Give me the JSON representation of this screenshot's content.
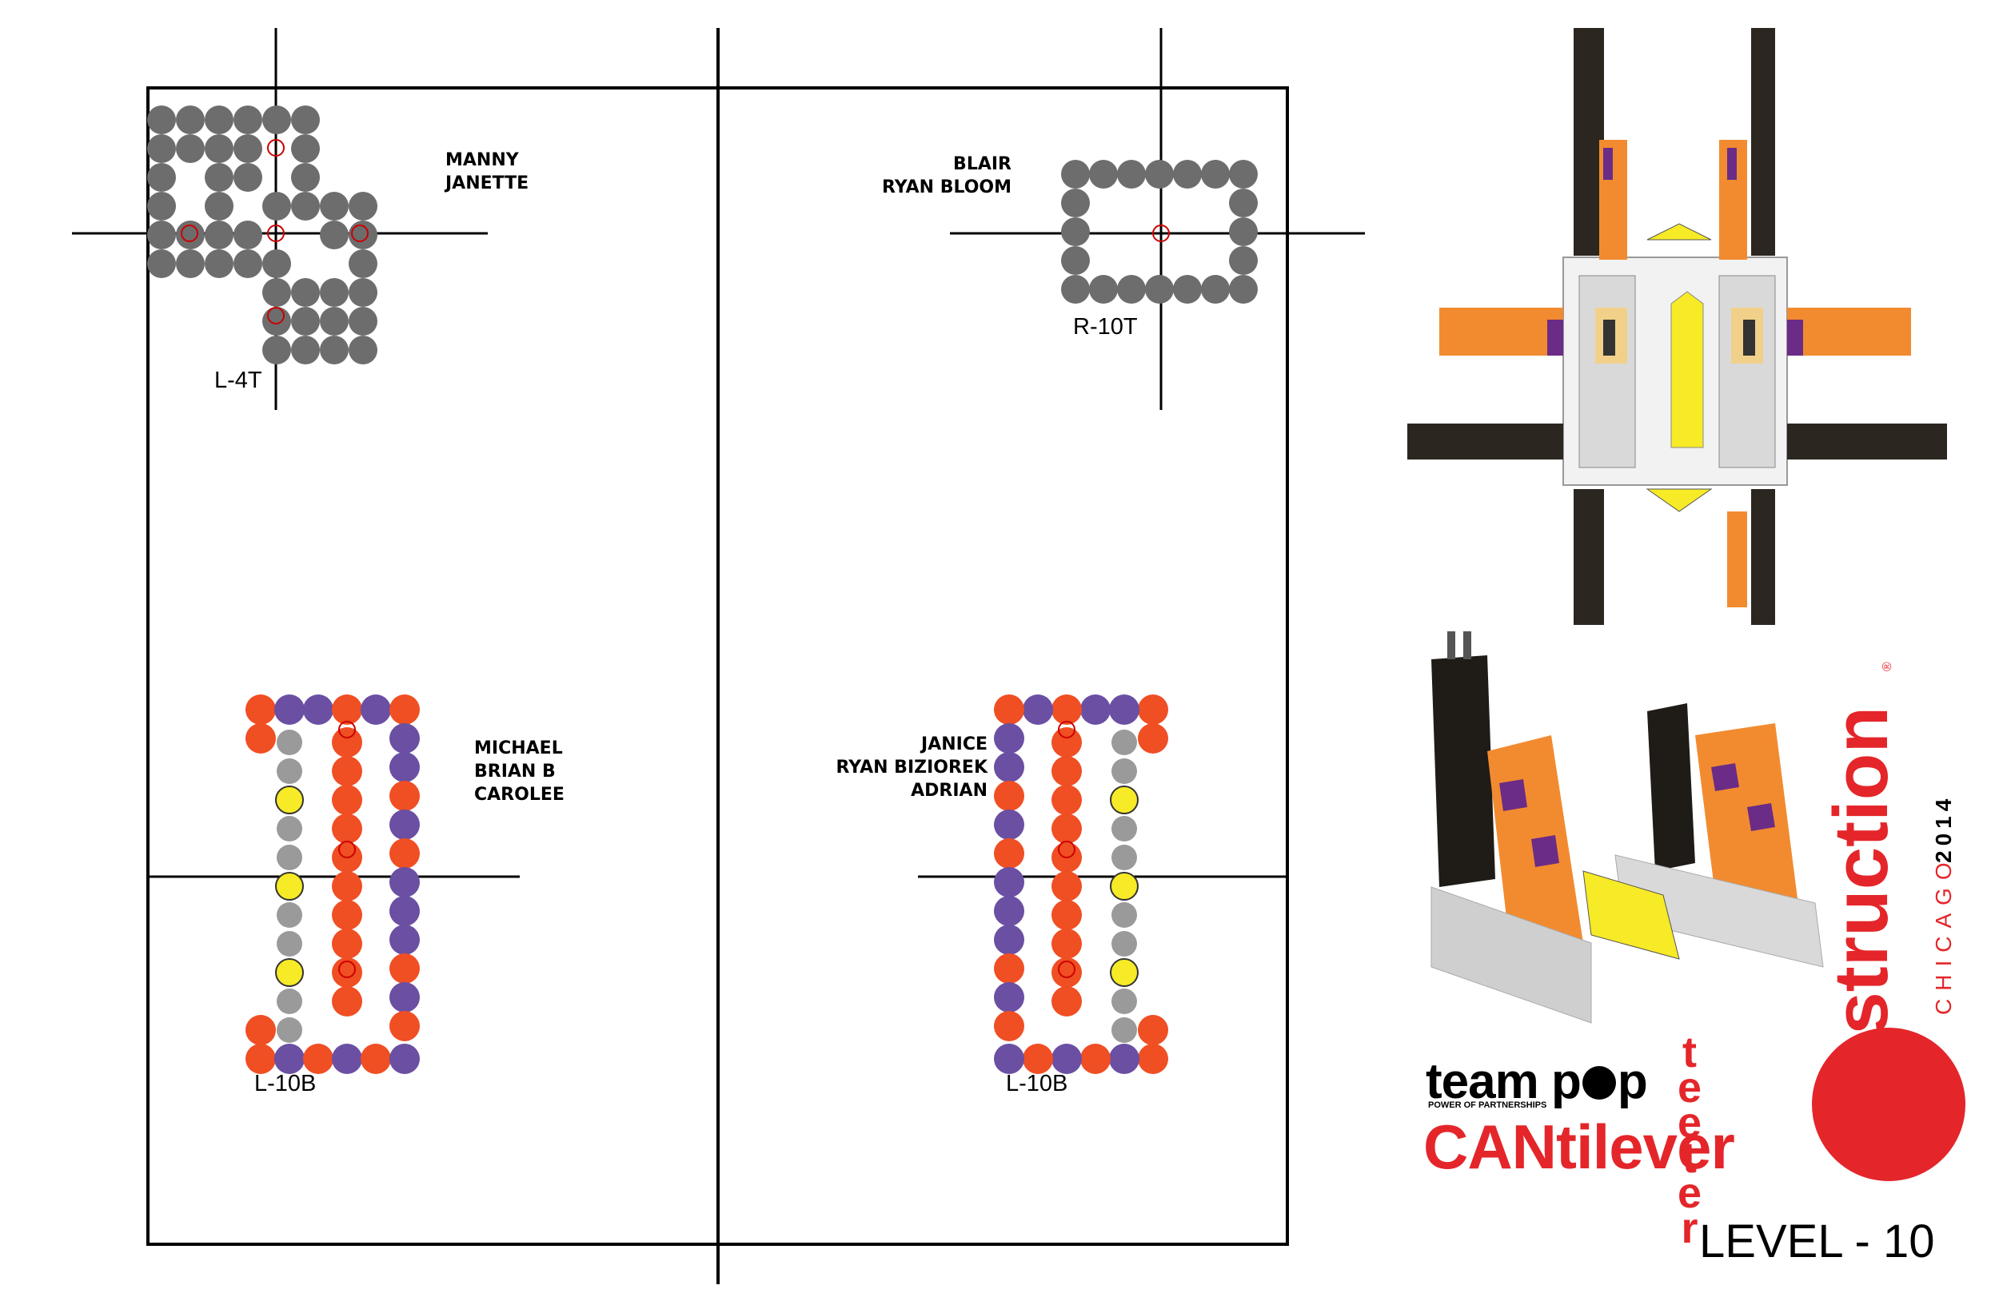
{
  "title": "LEVEL - 10",
  "project": {
    "team": "team p",
    "team_suffix": "p",
    "tagline": "POWER OF PARTNERSHIPS",
    "name": "CANtilever",
    "vertical_word": [
      "t",
      "e",
      "e",
      "t",
      "e",
      "r"
    ],
    "org": "canstruction",
    "city": "CHICAGO",
    "year": "2014",
    "registered": "®"
  },
  "colors": {
    "grey_can": "#6d6d6d",
    "light_grey_can": "#9a9a9a",
    "orange_can": "#f04e23",
    "purple_can": "#6a4fa3",
    "yellow_can": "#f7ea26",
    "brand_red": "#e4262a"
  },
  "sections": [
    {
      "tag": "L-4T",
      "names": [
        "MANNY",
        "JANETTE"
      ]
    },
    {
      "tag": "R-10T",
      "names": [
        "BLAIR",
        "RYAN BLOOM"
      ]
    },
    {
      "tag": "L-10B",
      "names": [
        "MICHAEL",
        "BRIAN B",
        "CAROLEE"
      ]
    },
    {
      "tag": "L-10B",
      "names": [
        "JANICE",
        "RYAN BIZIOREK",
        "ADRIAN"
      ]
    }
  ]
}
